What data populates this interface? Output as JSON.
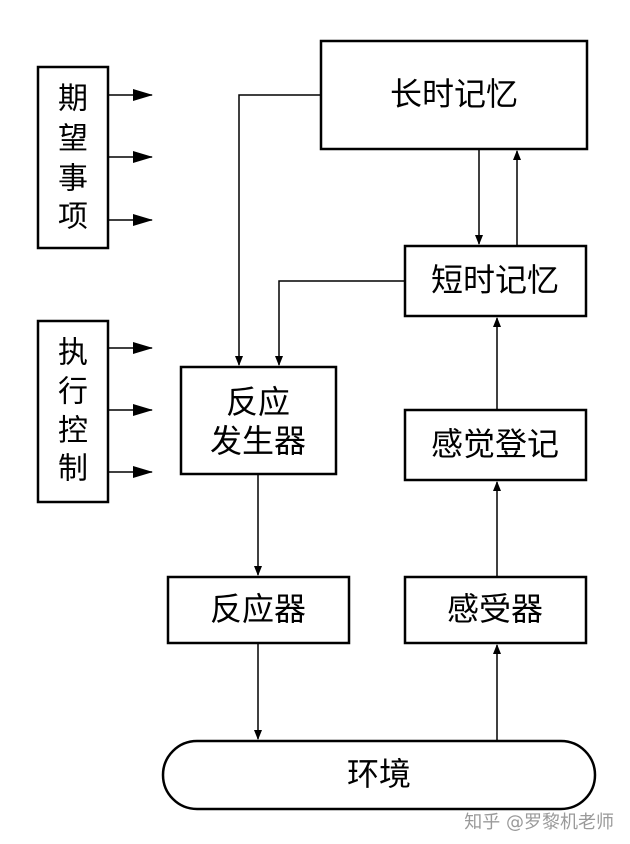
{
  "boxes": {
    "long_term_memory": "长时记忆",
    "short_term_memory": "短时记忆",
    "sensory_register": "感觉登记",
    "receptor": "感受器",
    "response_generator_line1": "反应",
    "response_generator_line2": "发生器",
    "effector": "反应器",
    "environment": "环境"
  },
  "side_boxes": {
    "expectancies": [
      "期",
      "望",
      "事",
      "项"
    ],
    "executive_control": [
      "执",
      "行",
      "控",
      "制"
    ]
  },
  "watermark": "知乎 @罗黎机老师"
}
